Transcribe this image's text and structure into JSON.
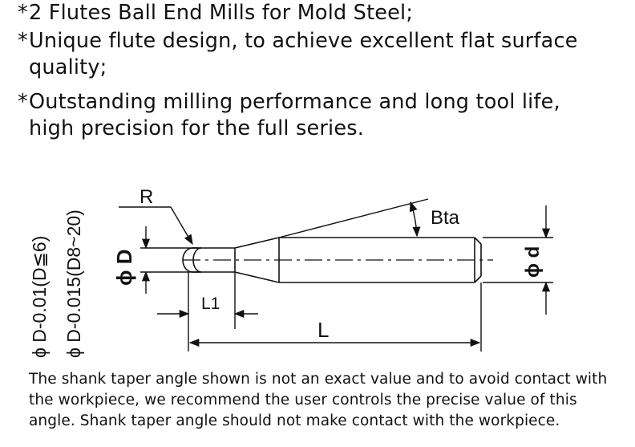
{
  "features": [
    {
      "bullet": "*",
      "text": "2 Flutes Ball End Mills for Mold Steel;"
    },
    {
      "bullet": "*",
      "text": "Unique flute design, to achieve excellent flat surface quality;"
    },
    {
      "bullet": "*",
      "text": "Outstanding milling performance and long tool life, high precision for the full series."
    }
  ],
  "diagram": {
    "tolerance_1": "ϕ D-0.01(D≦6)",
    "tolerance_2": "ϕ D-0.015(D8~20)",
    "label_R": "R",
    "label_Bta": "Bta",
    "label_phiD": "ϕ D",
    "label_phid": "ϕ d",
    "label_L1": "L1",
    "label_L": "L"
  },
  "note": "The shank taper angle shown is not an exact value and to avoid contact with the workpiece, we recommend the user controls the precise value of this angle. Shank taper angle should not make contact with the workpiece."
}
